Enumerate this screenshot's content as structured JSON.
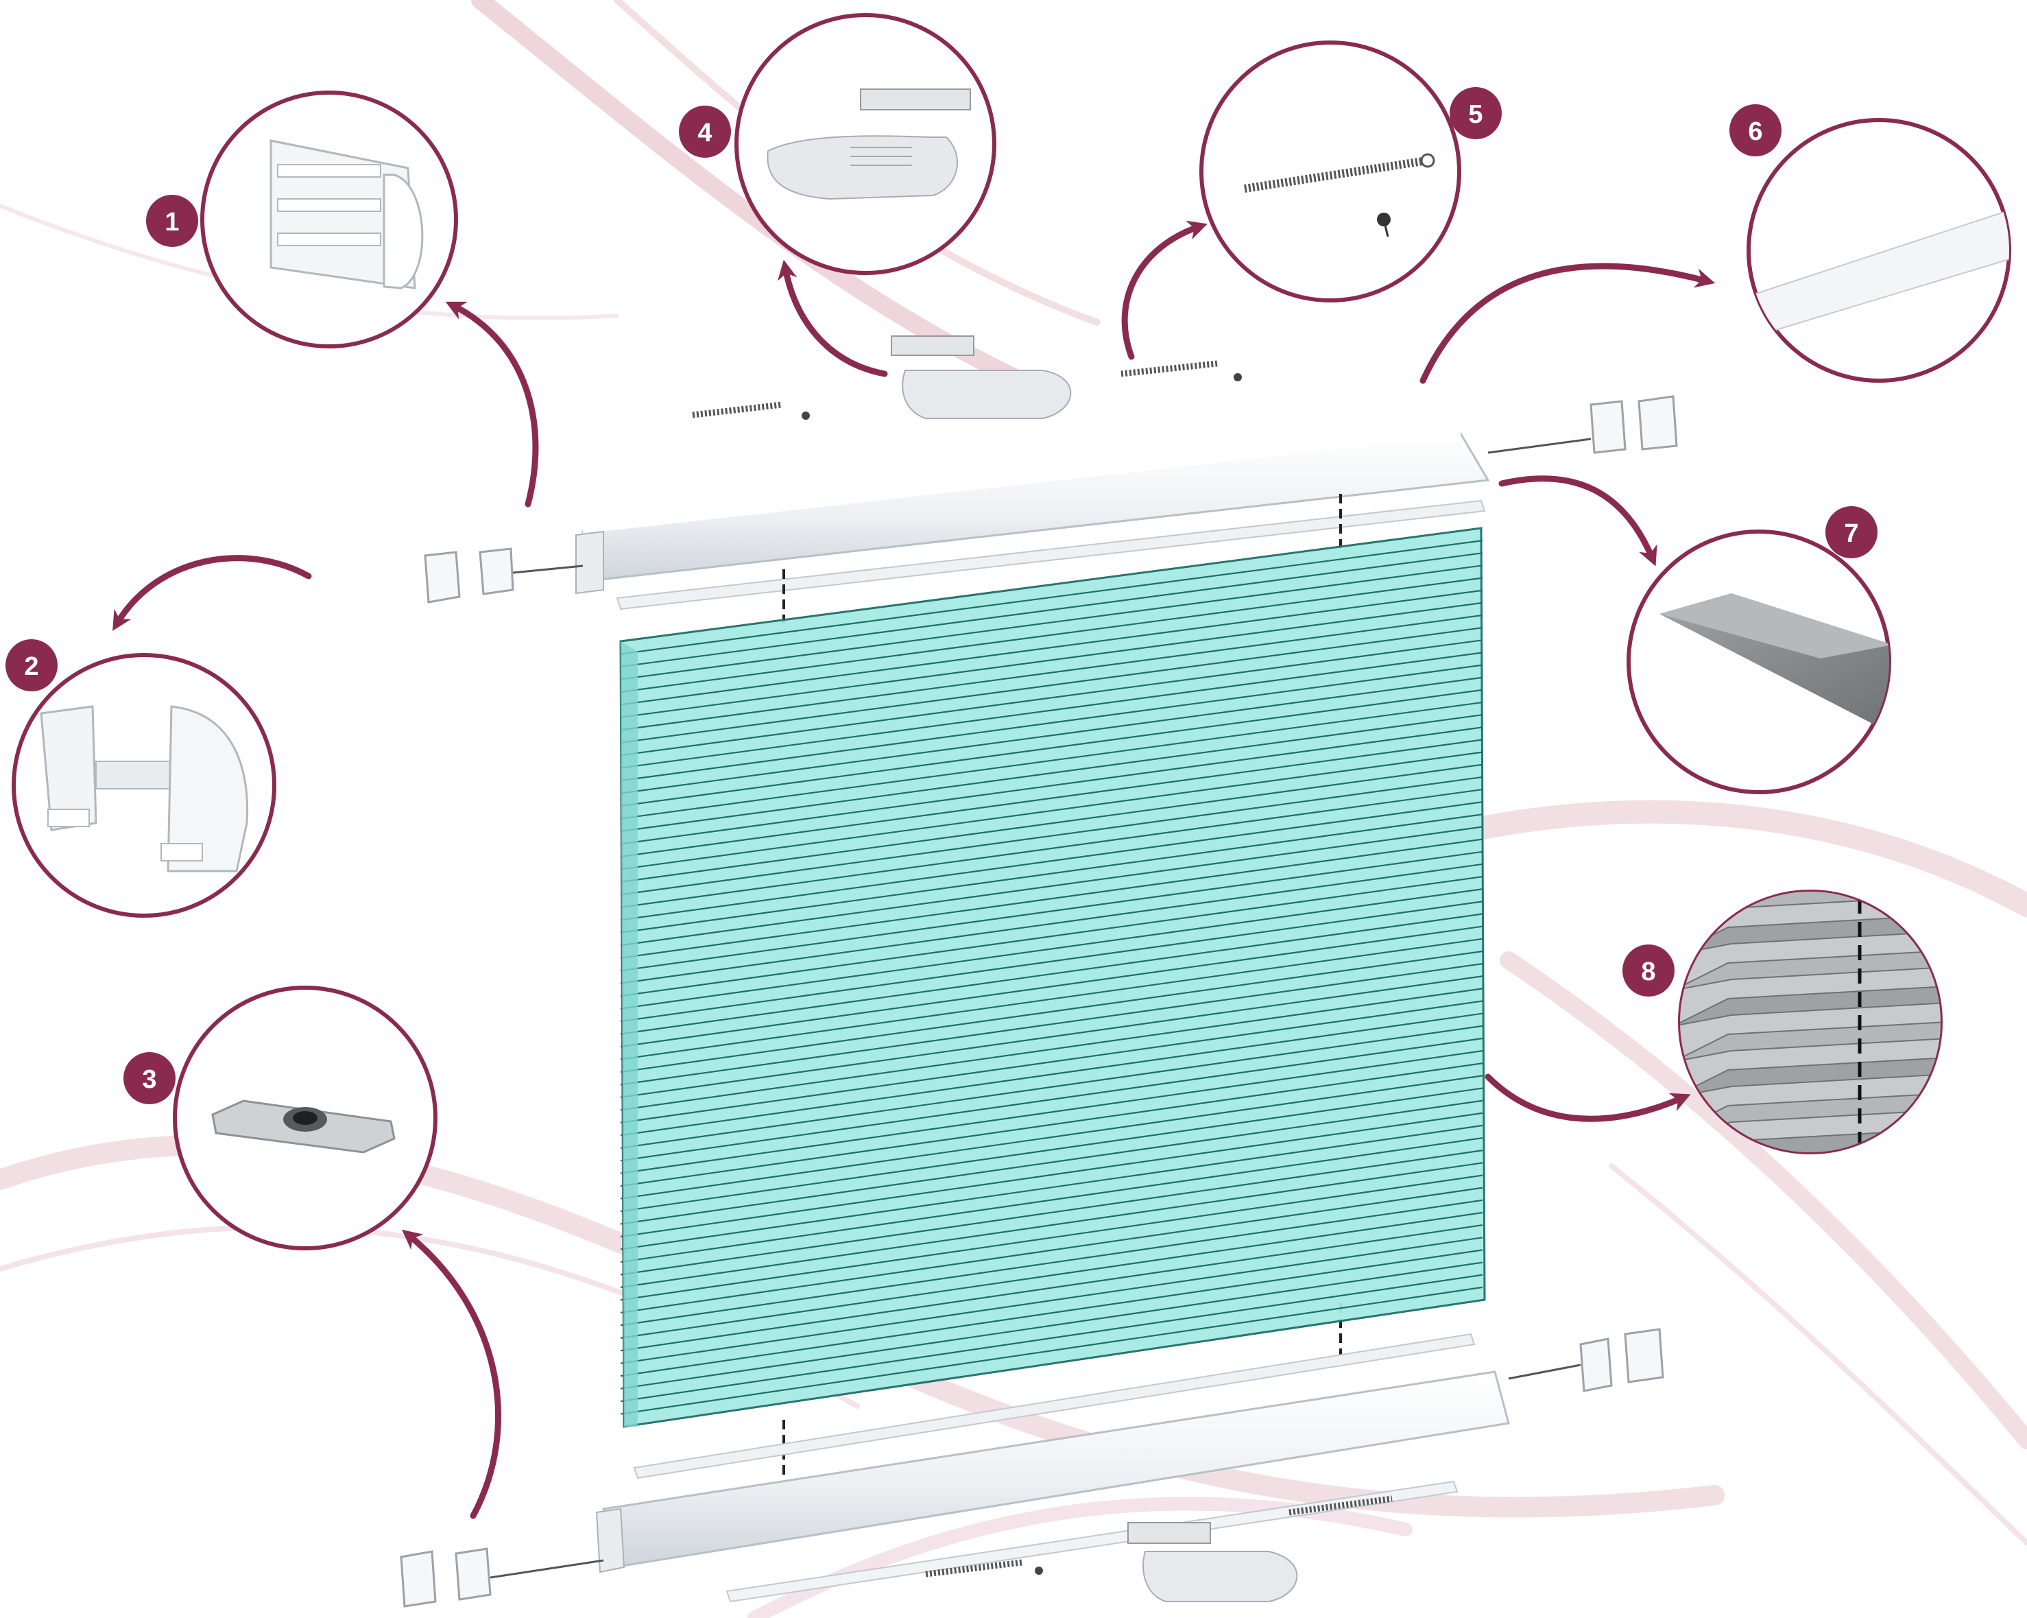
{
  "colors": {
    "accent": "#8a2b4e",
    "fabric": "#a6ebe4",
    "fabric_line": "#1e6e68",
    "rail": "#f4f6f8",
    "swirl": "#d9a3b2"
  },
  "callouts": [
    {
      "number": "1",
      "icon": "top-rail-profile"
    },
    {
      "number": "2",
      "icon": "end-cap"
    },
    {
      "number": "3",
      "icon": "guide-plate"
    },
    {
      "number": "4",
      "icon": "bracket-clip"
    },
    {
      "number": "5",
      "icon": "tension-spring"
    },
    {
      "number": "6",
      "icon": "flat-strip"
    },
    {
      "number": "7",
      "icon": "grey-strip"
    },
    {
      "number": "8",
      "icon": "pleated-fabric"
    }
  ]
}
